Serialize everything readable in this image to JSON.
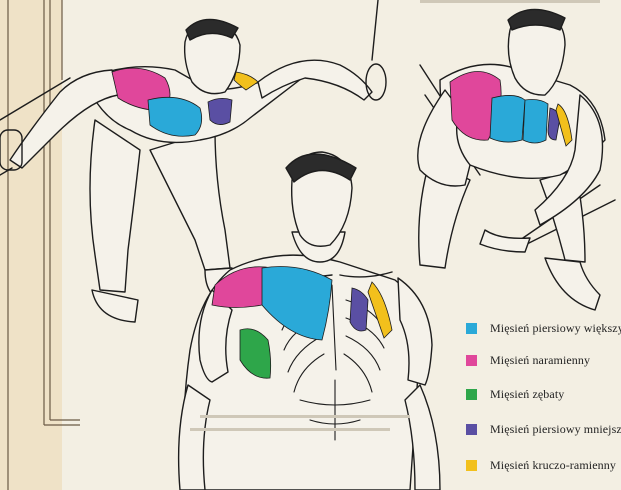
{
  "legend": [
    {
      "label": "Mięsień piersiowy większy",
      "color": "#2aa9d8"
    },
    {
      "label": "Mięsień naramienny",
      "color": "#e0479b"
    },
    {
      "label": "Mięsień zębaty",
      "color": "#2ea64a"
    },
    {
      "label": "Mięsień piersiowy mniejszy",
      "color": "#5a4fa3"
    },
    {
      "label": "Mięsień kruczo-ramienny",
      "color": "#f2c01c"
    }
  ]
}
